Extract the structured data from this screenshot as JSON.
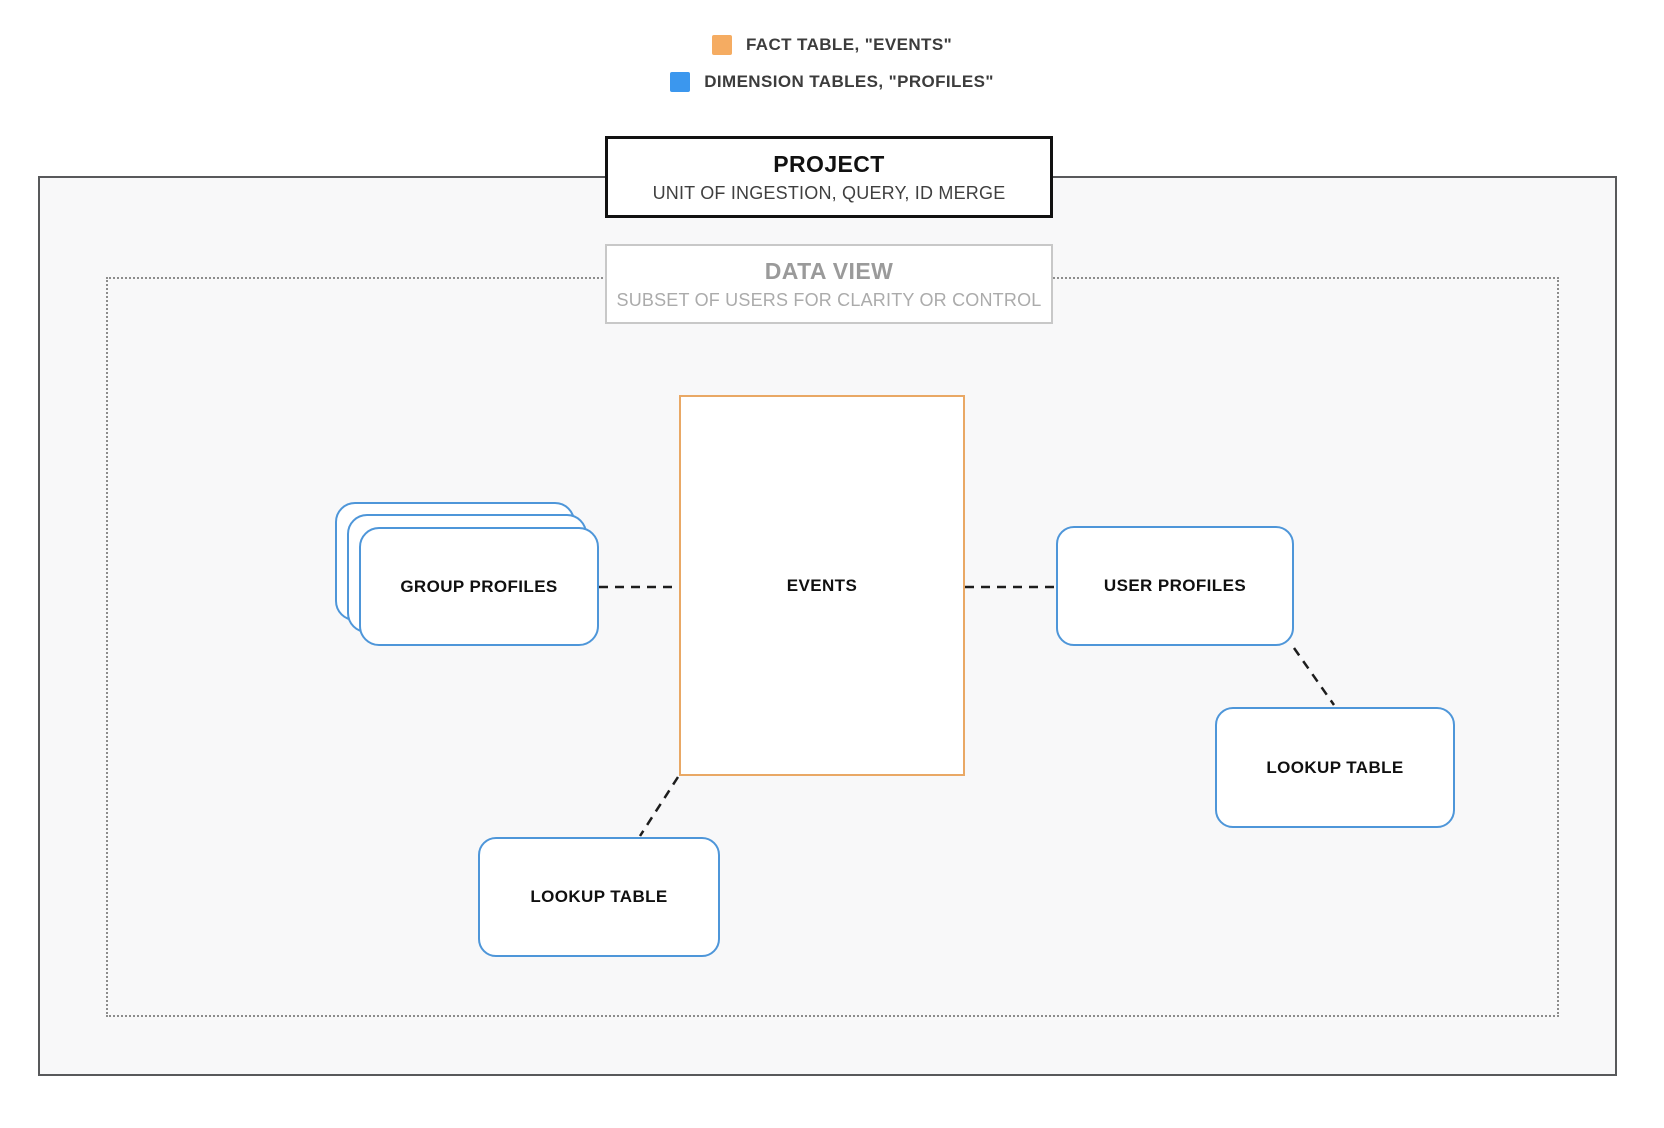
{
  "legend": {
    "items": [
      {
        "swatch": "fact",
        "label": "FACT TABLE, \"EVENTS\""
      },
      {
        "swatch": "dimension",
        "label": "DIMENSION TABLES, \"PROFILES\""
      }
    ]
  },
  "project": {
    "title": "PROJECT",
    "subtitle": "UNIT OF INGESTION, QUERY, ID MERGE"
  },
  "data_view": {
    "title": "DATA VIEW",
    "subtitle": "SUBSET OF USERS FOR CLARITY OR CONTROL"
  },
  "nodes": {
    "group_profiles": {
      "label": "GROUP PROFILES"
    },
    "events": {
      "label": "EVENTS"
    },
    "user_profiles": {
      "label": "USER PROFILES"
    },
    "lookup_table_bottom": {
      "label": "LOOKUP TABLE"
    },
    "lookup_table_right": {
      "label": "LOOKUP TABLE"
    }
  },
  "palette": {
    "fact_swatch_orange": "#F5AC62",
    "fact_node_border_orange": "#E9A865",
    "dimension_swatch_blue": "#3B97EE",
    "dimension_node_border_blue": "#4E96D9",
    "outer_box_border": "#58595B",
    "outer_box_background": "#F8F8F9",
    "dotted_box_border": "#8C8C8C",
    "project_border": "#111111",
    "data_view_border": "#C8C8C8",
    "muted_title_gray": "#9A9A9A",
    "muted_subtitle_gray": "#ABABAB",
    "connector_dash": "#1D1D1D",
    "legend_text": "#3C3C3C"
  }
}
